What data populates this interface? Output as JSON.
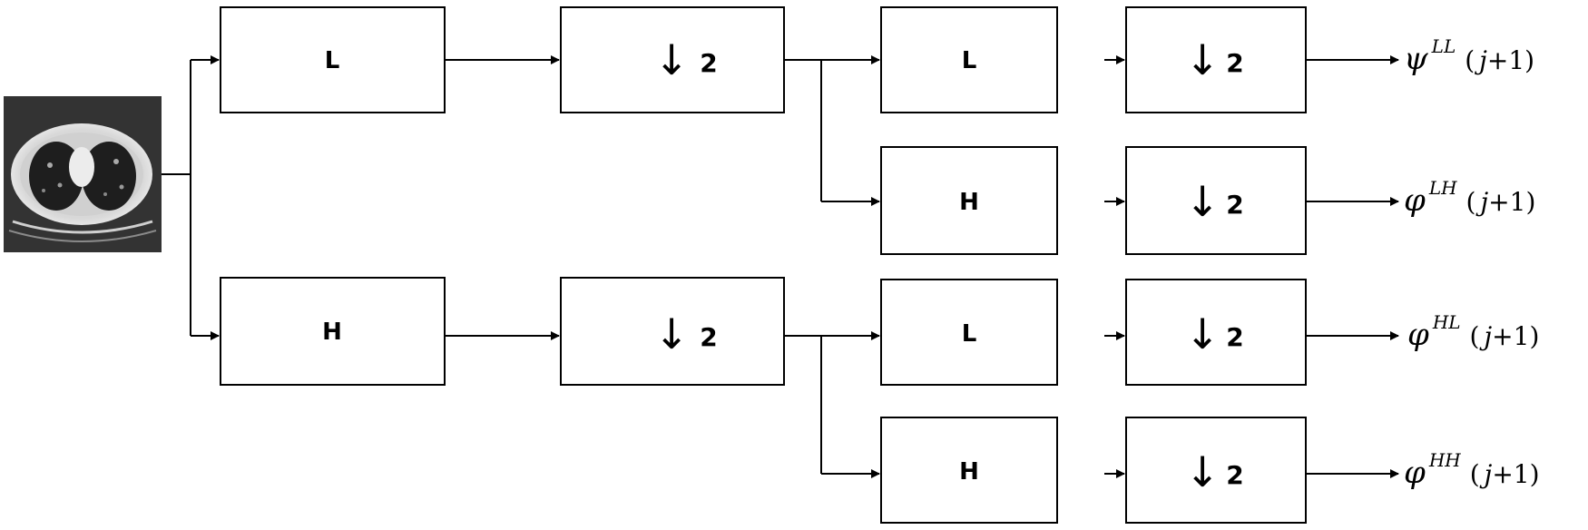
{
  "input_image": {
    "icon": "ct-scan-lung-image"
  },
  "level1": {
    "low": {
      "filter": "L",
      "downsample_arrow": "↓",
      "downsample_factor": "2"
    },
    "high": {
      "filter": "H",
      "downsample_arrow": "↓",
      "downsample_factor": "2"
    }
  },
  "level2": [
    {
      "filter": "L",
      "downsample_arrow": "↓",
      "downsample_factor": "2"
    },
    {
      "filter": "H",
      "downsample_arrow": "↓",
      "downsample_factor": "2"
    },
    {
      "filter": "L",
      "downsample_arrow": "↓",
      "downsample_factor": "2"
    },
    {
      "filter": "H",
      "downsample_arrow": "↓",
      "downsample_factor": "2"
    }
  ],
  "outputs": [
    {
      "symbol": "ψ",
      "superscript": "LL",
      "open": "(",
      "j": "j",
      "suffix": "+1)"
    },
    {
      "symbol": "φ",
      "superscript": "LH",
      "open": "(",
      "j": "j",
      "suffix": "+1)"
    },
    {
      "symbol": "φ",
      "superscript": "HL",
      "open": "(",
      "j": "j",
      "suffix": "+1)"
    },
    {
      "symbol": "φ",
      "superscript": "HH",
      "open": "(",
      "j": "j",
      "suffix": "+1)"
    }
  ]
}
